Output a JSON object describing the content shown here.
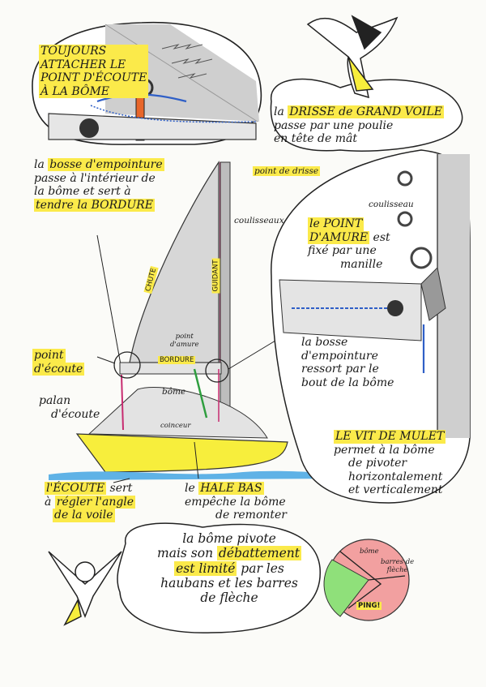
{
  "notes": {
    "toujours": [
      "TOUJOURS",
      "ATTACHER LE",
      "POINT D'ÉCOUTE",
      "À LA BÔME"
    ],
    "drisse": {
      "part1": "la",
      "hl1": "DRISSE de GRAND VOILE",
      "line2": "passe par une poulie",
      "line3": "en tête de mât"
    },
    "bosse": {
      "line1a": "la",
      "hl1": "bosse d'empointure",
      "line2": "passe à l'intérieur de",
      "line3": "la bôme et sert à",
      "hl4": "tendre la BORDURE"
    },
    "point_drisse": "point de drisse",
    "coulisseaux": "coulisseaux",
    "coulisseau": "coulisseau",
    "amure_note": {
      "hl1": "le POINT",
      "hl2": "D'AMURE",
      "rest2": " est",
      "line3": "fixé par une",
      "line4": "manille"
    },
    "chute": "CHUTE",
    "guidant": "GUIDANT",
    "point_amure": [
      "point",
      "d'amure"
    ],
    "bordure": "BORDURE",
    "point_ecoute": [
      "point",
      "d'écoute"
    ],
    "bome": "bôme",
    "palan": [
      "palan",
      "d'écoute"
    ],
    "coinceur": "coinceur",
    "bosse_bome": [
      "la bosse",
      "d'empointure",
      "ressort par le",
      "bout de la bôme"
    ],
    "vit": {
      "hl": "LE VIT DE MULET",
      "lines": [
        "permet à la bôme",
        "de pivoter",
        "horizontalement",
        "et verticalement"
      ]
    },
    "ecoute": {
      "hl1": "l'ÉCOUTE",
      "rest1": " sert",
      "line2a": "à ",
      "hl2": "régler l'angle",
      "hl3": "de la voile"
    },
    "hale": {
      "line1a": "le ",
      "hl1": "HALE BAS",
      "line2": "empêche la bôme",
      "line3": "de remonter"
    },
    "pivote": {
      "line1": "la bôme pivote",
      "line2a": "mais son ",
      "hl2": "débattement",
      "hl3": "est limité",
      "line3b": " par les",
      "line4": "haubans et les barres",
      "line5": "de flèche"
    },
    "circle": {
      "bome": "bôme",
      "barres": [
        "barres de",
        "flèche"
      ],
      "ping": "PING!"
    }
  },
  "colors": {
    "highlight": "#fbea4a",
    "boat": "#f7ee3c",
    "water": "#5fb2e6",
    "blue_line": "#2f5fc7",
    "orange": "#e8662a",
    "green": "#8fe07a",
    "red": "#f28b8b"
  }
}
